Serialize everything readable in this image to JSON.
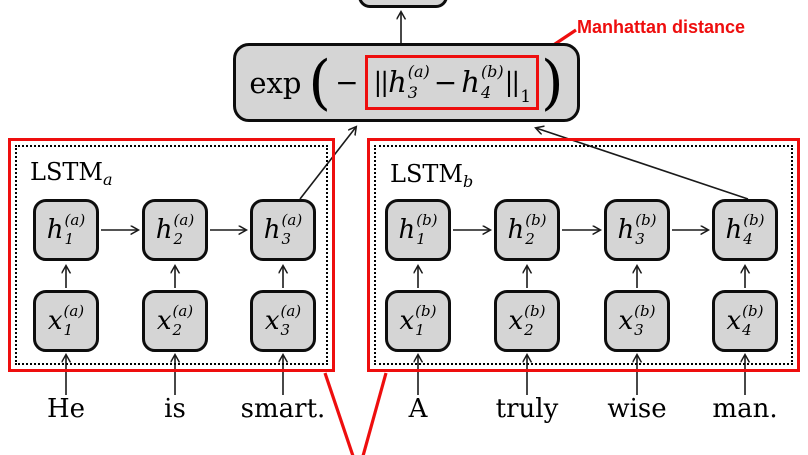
{
  "colors": {
    "accent_red": "#ee0e0e",
    "node_fill": "#d5d5d5",
    "node_border": "#0d0d0d",
    "line": "#1a1a1a"
  },
  "annotation": {
    "label": "Manhattan distance"
  },
  "formula": {
    "func": "exp",
    "open_paren": "(",
    "close_paren": ")",
    "outer_minus": "−",
    "inner_minus": "−",
    "norm_open": "||",
    "norm_close": "||",
    "norm_sub": "1",
    "left_term": {
      "var": "h",
      "sub": "3",
      "sup": "(a)"
    },
    "right_term": {
      "var": "h",
      "sub": "4",
      "sup": "(b)"
    }
  },
  "lstm_a": {
    "label": "LSTM",
    "label_sub": "a",
    "h_nodes": [
      {
        "var": "h",
        "sub": "1",
        "sup": "(a)"
      },
      {
        "var": "h",
        "sub": "2",
        "sup": "(a)"
      },
      {
        "var": "h",
        "sub": "3",
        "sup": "(a)"
      }
    ],
    "x_nodes": [
      {
        "var": "x",
        "sub": "1",
        "sup": "(a)"
      },
      {
        "var": "x",
        "sub": "2",
        "sup": "(a)"
      },
      {
        "var": "x",
        "sub": "3",
        "sup": "(a)"
      }
    ],
    "words": [
      "He",
      "is",
      "smart."
    ]
  },
  "lstm_b": {
    "label": "LSTM",
    "label_sub": "b",
    "h_nodes": [
      {
        "var": "h",
        "sub": "1",
        "sup": "(b)"
      },
      {
        "var": "h",
        "sub": "2",
        "sup": "(b)"
      },
      {
        "var": "h",
        "sub": "3",
        "sup": "(b)"
      },
      {
        "var": "h",
        "sub": "4",
        "sup": "(b)"
      }
    ],
    "x_nodes": [
      {
        "var": "x",
        "sub": "1",
        "sup": "(b)"
      },
      {
        "var": "x",
        "sub": "2",
        "sup": "(b)"
      },
      {
        "var": "x",
        "sub": "3",
        "sup": "(b)"
      },
      {
        "var": "x",
        "sub": "4",
        "sup": "(b)"
      }
    ],
    "words": [
      "A",
      "truly",
      "wise",
      "man."
    ]
  }
}
